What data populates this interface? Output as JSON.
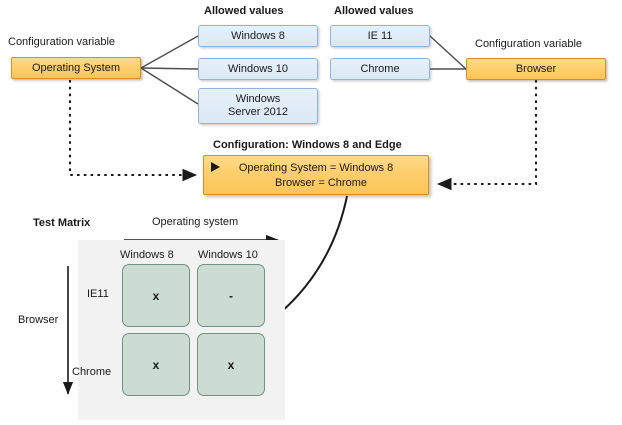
{
  "headers": {
    "allowed_values_os": "Allowed values",
    "allowed_values_browser": "Allowed values",
    "config_var_os": "Configuration variable",
    "config_var_browser": "Configuration variable",
    "configuration_title": "Configuration: Windows 8 and Edge",
    "test_matrix": "Test Matrix"
  },
  "variables": {
    "os": "Operating System",
    "browser": "Browser"
  },
  "os_values": [
    {
      "label": "Windows 8"
    },
    {
      "label": "Windows 10"
    },
    {
      "label": "Windows\nServer 2012",
      "line1": "Windows",
      "line2": "Server 2012"
    }
  ],
  "browser_values": [
    {
      "label": "IE 11"
    },
    {
      "label": "Chrome"
    }
  ],
  "configuration": {
    "title": "Configuration: Windows 8 and Edge",
    "line_os": "Operating System = Windows 8",
    "line_browser": "Browser = Chrome"
  },
  "matrix": {
    "title": "Test Matrix",
    "x_axis_label": "Operating system",
    "y_axis_label": "Browser",
    "columns": [
      "Windows 8",
      "Windows 10"
    ],
    "rows": [
      "IE11",
      "Chrome"
    ],
    "cells": [
      [
        "x",
        "-"
      ],
      [
        "x",
        "x"
      ]
    ]
  },
  "colors": {
    "variable_fill": "#ffcf6d",
    "variable_border": "#d98e22",
    "value_fill": "#dbe9f6",
    "value_border": "#8eb4dd",
    "cell_fill": "#cddcd3",
    "cell_border": "#6f9283",
    "matrix_panel": "#f2f2f2",
    "connector": "#404040"
  }
}
